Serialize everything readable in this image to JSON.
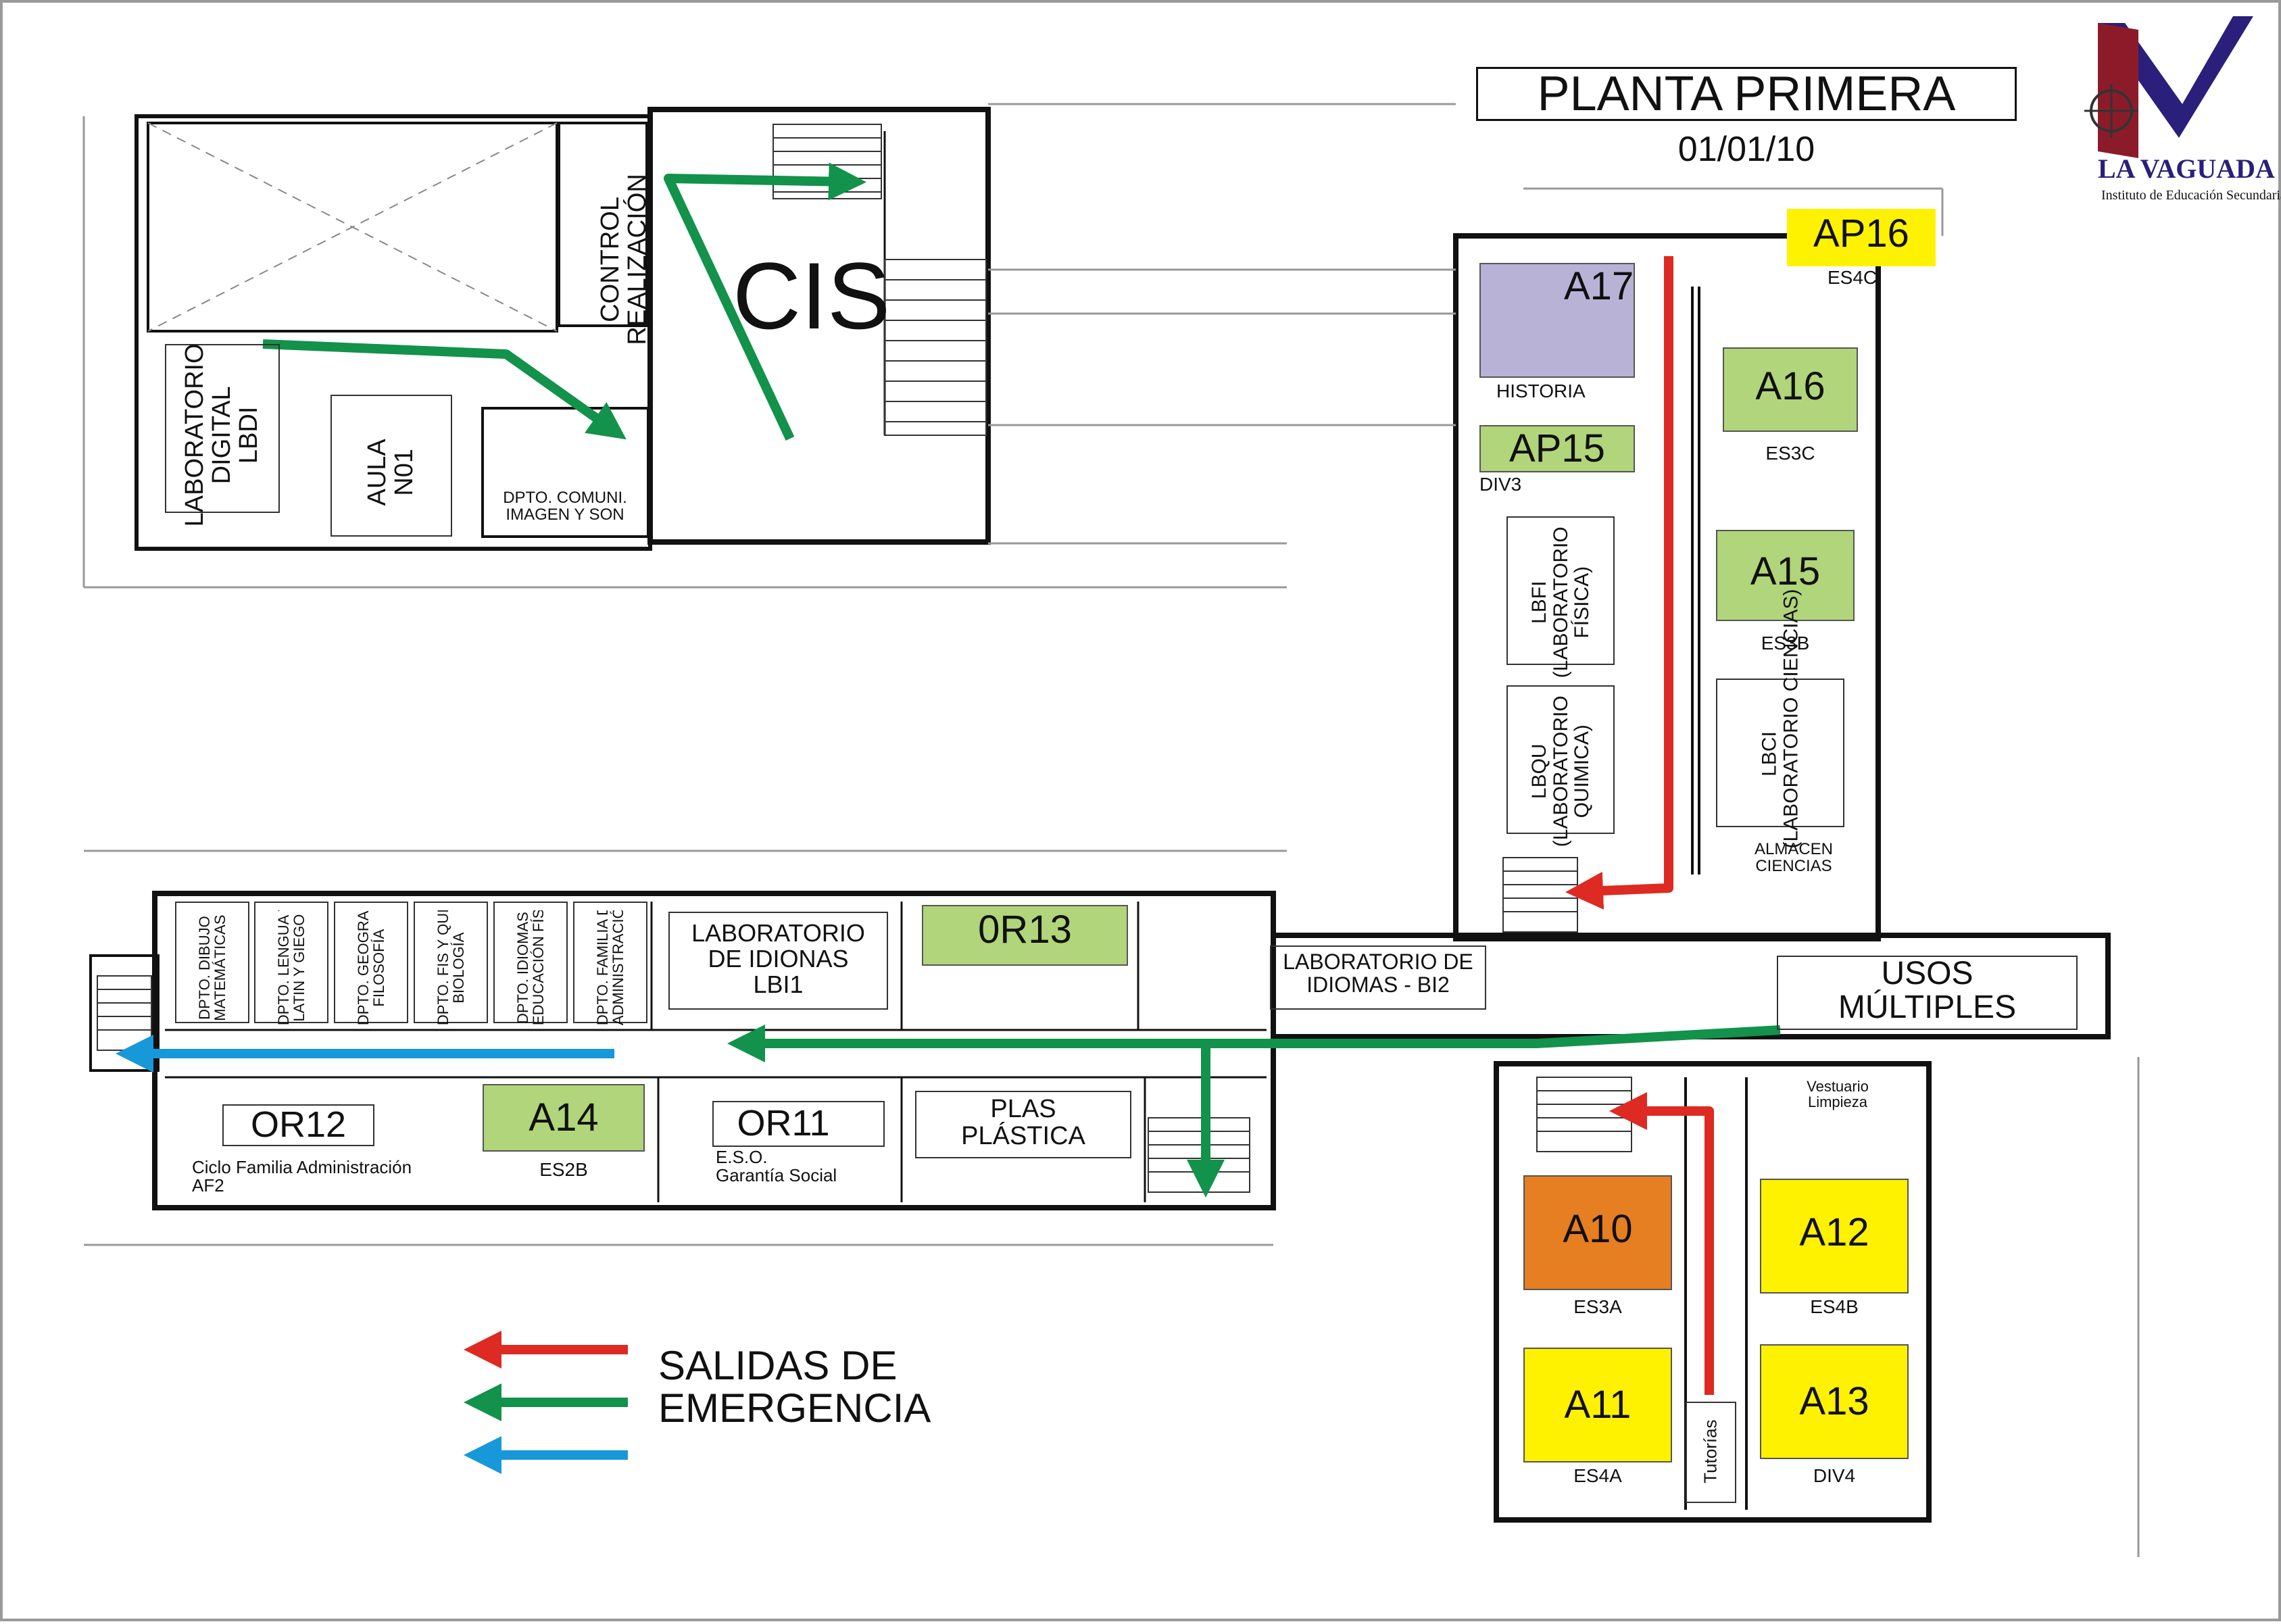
{
  "header": {
    "title": "PLANTA PRIMERA",
    "date": "01/01/10",
    "school_name": "LA VAGUADA",
    "school_subtitle": "Instituto de Educación Secundaria"
  },
  "rooms": {
    "control_line1": "CONTROL",
    "control_line2": "REALIZACIÓN",
    "cis": "CIS",
    "lbdi_line1": "LABORATORIO",
    "lbdi_line2": "DIGITAL",
    "lbdi_line3": "LBDI",
    "aula_line1": "AULA",
    "aula_line2": "N01",
    "dpto_comuni_line1": "DPTO. COMUNI.",
    "dpto_comuni_line2": "IMAGEN Y SON",
    "ap16": "AP16",
    "es4c": "ES4C",
    "a17": "A17",
    "historia": "HISTORIA",
    "a16": "A16",
    "es3c": "ES3C",
    "ap15": "AP15",
    "div3": "DIV3",
    "a15": "A15",
    "es3b": "ES3B",
    "lbfi_line1": "LBFI",
    "lbfi_line2": "(LABORATORIO",
    "lbfi_line3": "FÍSICA)",
    "lbqu_line1": "LBQU",
    "lbqu_line2": "(LABORATORIO",
    "lbqu_line3": "QUIMICA)",
    "lbci_line1": "LBCI",
    "lbci_line2": "(LABORATORIO CIENCIAS)",
    "almacen_line1": "ALMACEN",
    "almacen_line2": "CIENCIAS",
    "bi2_line1": "LABORATORIO DE",
    "bi2_line2": "IDIOMAS - BI2",
    "usos_line1": "USOS",
    "usos_line2": "MÚLTIPLES",
    "vestuario_line1": "Vestuario",
    "vestuario_line2": "Limpieza",
    "a10": "A10",
    "es3a": "ES3A",
    "a12": "A12",
    "es4b": "ES4B",
    "a11": "A11",
    "es4a": "ES4A",
    "a13": "A13",
    "div4": "DIV4",
    "tutorias": "Tutorías",
    "lbi1_line1": "LABORATORIO",
    "lbi1_line2": "DE IDIONAS",
    "lbi1_line3": "LBI1",
    "or13": "0R13",
    "or12": "OR12",
    "or12_desc1": "Ciclo Familia Administración",
    "or12_desc2": "AF2",
    "a14": "A14",
    "es2b": "ES2B",
    "or11": "OR11",
    "or11_desc1": "E.S.O.",
    "or11_desc2": "Garantía Social",
    "plas_line1": "PLAS",
    "plas_line2": "PLÁSTICA"
  },
  "depts": {
    "d1_line1": "DPTO. DIBUJO",
    "d1_line2": "MATEMÁTICAS",
    "d2_line1": "DPTO. LENGUA Y L",
    "d2_line2": "LATIN Y GIEGO",
    "d3_line1": "DPTO. GEOGRAFÍA",
    "d3_line2": "FILOSOFÍA",
    "d4_line1": "DPTO. FIS Y QUIM",
    "d4_line2": "BIOLOGÍA",
    "d5_line1": "DPTO. IDIOMAS",
    "d5_line2": "EDUCACIÓN FÍS",
    "d6_line1": "DPTO. FAMILIA DE",
    "d6_line2": "ADMINISTRACIÓN"
  },
  "legend": {
    "line1": "SALIDAS DE",
    "line2": "EMERGENCIA"
  },
  "routes": {
    "green_color": "#12924a",
    "red_color": "#dd2a22",
    "blue_color": "#1798d8"
  },
  "styles": {
    "ap16": "left:2640px;top:305px;width:220px;height:85px;background:#fff200;",
    "a17": "left:2185px;top:385px;width:230px;height:170px;border:2px solid #555;background:#b8b3d6;",
    "a16": "left:2545px;top:510px;width:200px;height:125px;border:2px solid #555;background:#b1d57a;",
    "ap15": "left:2185px;top:625px;width:230px;height:70px;border:2px solid #555;background:#b1d57a;",
    "a15": "left:2535px;top:780px;width:205px;height:135px;border:2px solid #555;background:#b1d57a;",
    "a10": "left:2250px;top:1735px;width:220px;height:170px;border:2px solid #555;background:#e67e22;",
    "a12": "left:2600px;top:1740px;width:220px;height:170px;border:2px solid #555;background:#fff200;",
    "a11": "left:2250px;top:1990px;width:220px;height:170px;border:2px solid #555;background:#fff200;",
    "a13": "left:2600px;top:1985px;width:220px;height:170px;border:2px solid #555;background:#fff200;",
    "or13": "left:1360px;top:1335px;width:305px;height:90px;border:2px solid #555;background:#b1d57a;",
    "a14": "left:710px;top:1600px;width:240px;height:100px;border:2px solid #555;background:#b1d57a;"
  }
}
